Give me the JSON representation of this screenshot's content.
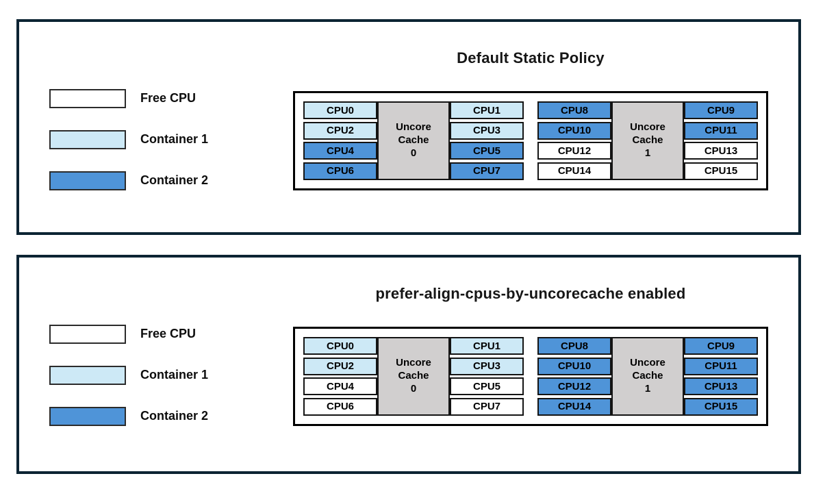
{
  "colors": {
    "free": "#FFFFFF",
    "container1": "#CDE9F6",
    "container2": "#4F94D8",
    "cache": "#D1CFCF",
    "panel_border": "#0C2433"
  },
  "panels": [
    {
      "title": "Default Static Policy",
      "legend": [
        {
          "label": "Free CPU",
          "state": "free"
        },
        {
          "label": "Container 1",
          "state": "container1"
        },
        {
          "label": "Container 2",
          "state": "container2"
        }
      ],
      "groups": [
        {
          "cache_label": "Uncore\nCache\n0",
          "left_cpus": [
            {
              "label": "CPU0",
              "state": "container1"
            },
            {
              "label": "CPU2",
              "state": "container1"
            },
            {
              "label": "CPU4",
              "state": "container2"
            },
            {
              "label": "CPU6",
              "state": "container2"
            }
          ],
          "right_cpus": [
            {
              "label": "CPU1",
              "state": "container1"
            },
            {
              "label": "CPU3",
              "state": "container1"
            },
            {
              "label": "CPU5",
              "state": "container2"
            },
            {
              "label": "CPU7",
              "state": "container2"
            }
          ]
        },
        {
          "cache_label": "Uncore\nCache\n1",
          "left_cpus": [
            {
              "label": "CPU8",
              "state": "container2"
            },
            {
              "label": "CPU10",
              "state": "container2"
            },
            {
              "label": "CPU12",
              "state": "free"
            },
            {
              "label": "CPU14",
              "state": "free"
            }
          ],
          "right_cpus": [
            {
              "label": "CPU9",
              "state": "container2"
            },
            {
              "label": "CPU11",
              "state": "container2"
            },
            {
              "label": "CPU13",
              "state": "free"
            },
            {
              "label": "CPU15",
              "state": "free"
            }
          ]
        }
      ]
    },
    {
      "title": "prefer-align-cpus-by-uncorecache enabled",
      "legend": [
        {
          "label": "Free CPU",
          "state": "free"
        },
        {
          "label": "Container 1",
          "state": "container1"
        },
        {
          "label": "Container 2",
          "state": "container2"
        }
      ],
      "groups": [
        {
          "cache_label": "Uncore\nCache\n0",
          "left_cpus": [
            {
              "label": "CPU0",
              "state": "container1"
            },
            {
              "label": "CPU2",
              "state": "container1"
            },
            {
              "label": "CPU4",
              "state": "free"
            },
            {
              "label": "CPU6",
              "state": "free"
            }
          ],
          "right_cpus": [
            {
              "label": "CPU1",
              "state": "container1"
            },
            {
              "label": "CPU3",
              "state": "container1"
            },
            {
              "label": "CPU5",
              "state": "free"
            },
            {
              "label": "CPU7",
              "state": "free"
            }
          ]
        },
        {
          "cache_label": "Uncore\nCache\n1",
          "left_cpus": [
            {
              "label": "CPU8",
              "state": "container2"
            },
            {
              "label": "CPU10",
              "state": "container2"
            },
            {
              "label": "CPU12",
              "state": "container2"
            },
            {
              "label": "CPU14",
              "state": "container2"
            }
          ],
          "right_cpus": [
            {
              "label": "CPU9",
              "state": "container2"
            },
            {
              "label": "CPU11",
              "state": "container2"
            },
            {
              "label": "CPU13",
              "state": "container2"
            },
            {
              "label": "CPU15",
              "state": "container2"
            }
          ]
        }
      ]
    }
  ]
}
